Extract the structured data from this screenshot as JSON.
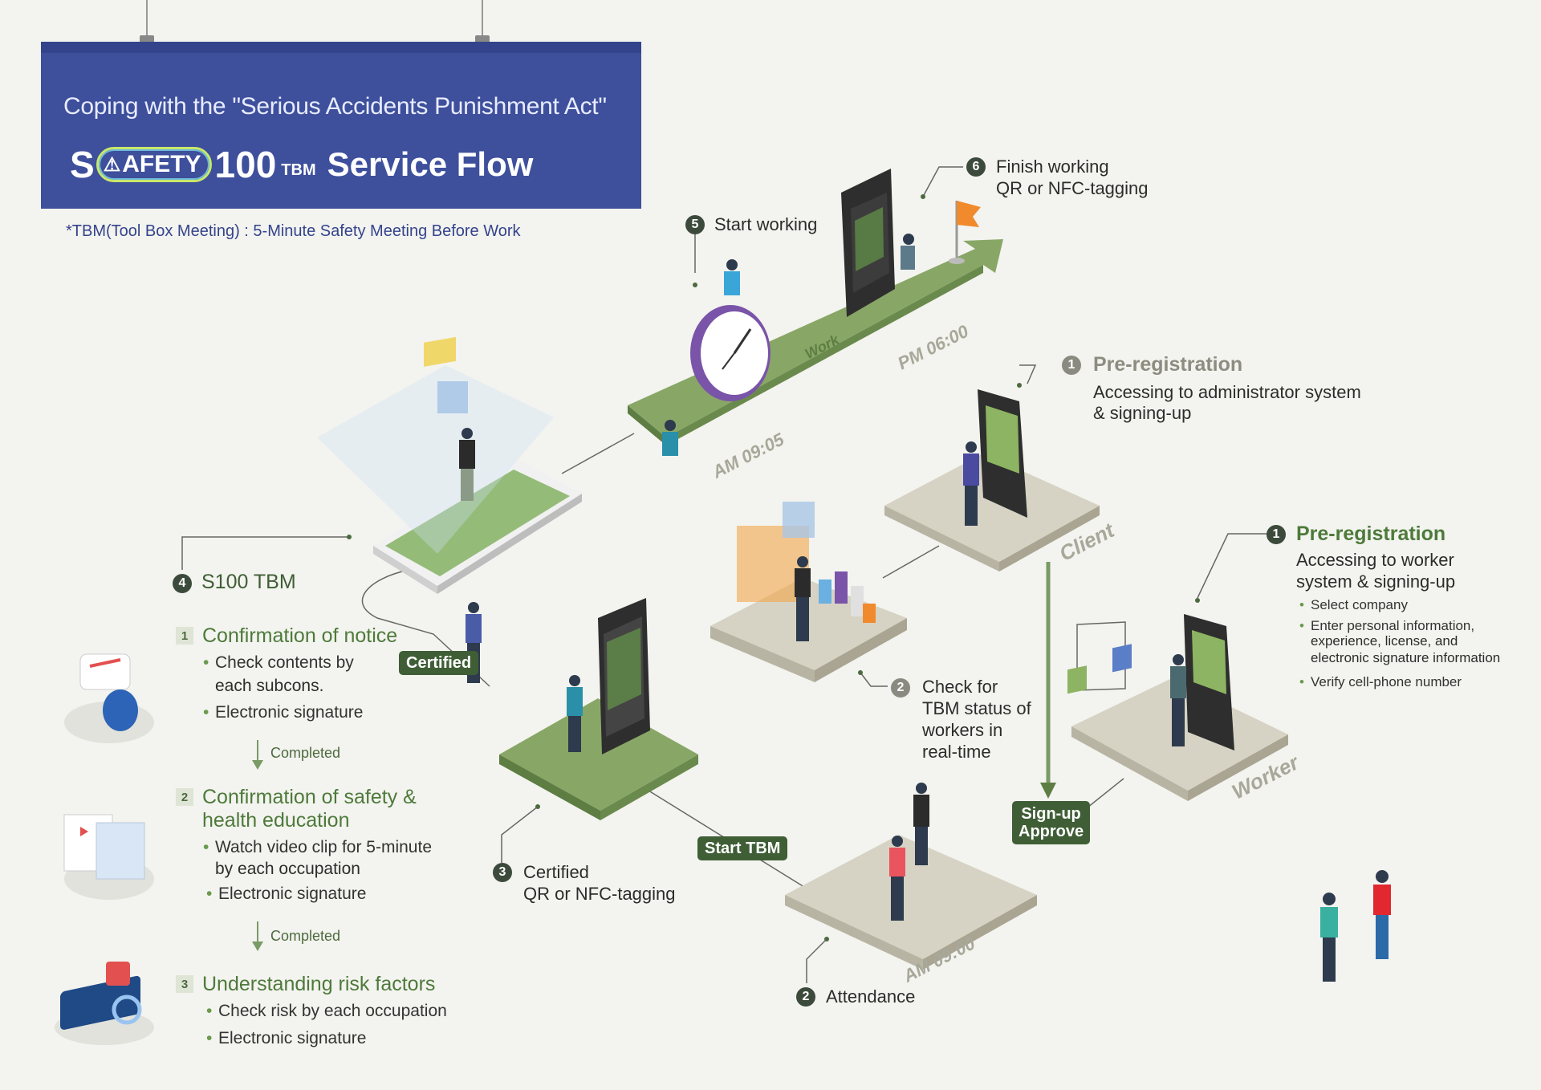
{
  "banner": {
    "subtitle": "Coping with the \"Serious Accidents Punishment Act\"",
    "logo_s": "S",
    "logo_pill": "AFETY",
    "logo_number": "100",
    "logo_tbm": "TBM",
    "title_suffix": "Service Flow"
  },
  "footnote": "*TBM(Tool Box Meeting) : 5-Minute Safety Meeting Before Work",
  "steps": {
    "start_working": {
      "num": "5",
      "label": "Start working"
    },
    "finish_working": {
      "num": "6",
      "line1": "Finish working",
      "line2": "QR or NFC-tagging"
    },
    "pre_reg_admin": {
      "num": "1",
      "title": "Pre-registration",
      "line1": "Accessing to administrator system",
      "line2": "& signing-up"
    },
    "pre_reg_worker": {
      "num": "1",
      "title": "Pre-registration",
      "line1": "Accessing to worker",
      "line2": "system & signing-up",
      "bullets": [
        "Select company",
        "Enter personal information,",
        "experience, license, and",
        "electronic signature information",
        "Verify cell-phone number"
      ]
    },
    "check_status": {
      "num": "2",
      "lines": [
        "Check for",
        "TBM status of",
        "workers in",
        "real-time"
      ]
    },
    "attendance": {
      "num": "2",
      "label": "Attendance"
    },
    "certified_step": {
      "num": "3",
      "line1": "Certified",
      "line2": "QR or NFC-tagging"
    },
    "s100_tbm": {
      "num": "4",
      "title": "S100 TBM",
      "sub1": {
        "num": "1",
        "title": "Confirmation of notice",
        "bullets": [
          "Check contents by",
          "each subcons.",
          "Electronic signature"
        ]
      },
      "completed1": "Completed",
      "sub2": {
        "num": "2",
        "title1": "Confirmation of safety &",
        "title2": "health education",
        "bullets": [
          "Watch video clip for 5-minute",
          "by each occupation",
          "Electronic signature"
        ]
      },
      "completed2": "Completed",
      "sub3": {
        "num": "3",
        "title": "Understanding risk factors",
        "bullets": [
          "Check risk by each occupation",
          "Electronic signature"
        ]
      }
    }
  },
  "tags": {
    "certified": "Certified",
    "start_tbm": "Start TBM",
    "signup_approve_1": "Sign-up",
    "signup_approve_2": "Approve"
  },
  "platform_labels": {
    "client": "Client",
    "worker": "Worker",
    "am0900": "AM 09:00",
    "am0905": "AM 09:05",
    "pm0600": "PM 06:00",
    "work": "Work"
  },
  "colors": {
    "banner": "#3e4f9c",
    "accent_green": "#4d7a3a",
    "dark_green": "#3f5e36",
    "platform_green": "#88a766",
    "platform_beige": "#d6d3c4",
    "background": "#f3f3ef"
  }
}
